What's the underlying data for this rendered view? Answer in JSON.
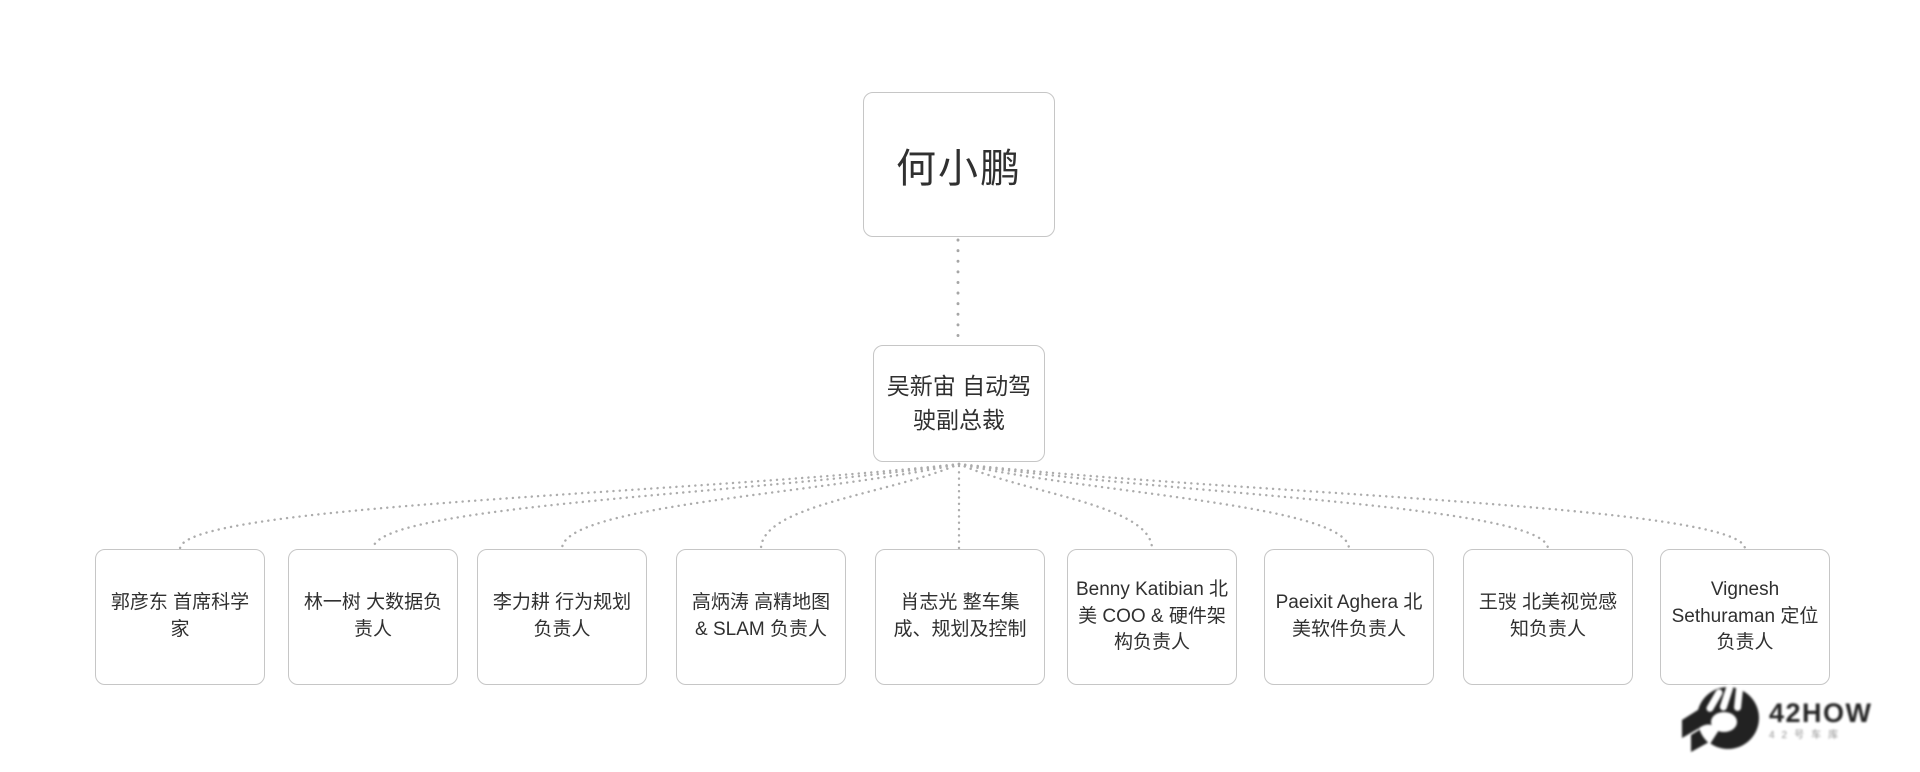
{
  "org": {
    "root": {
      "label": "何小鹏"
    },
    "vp": {
      "label": "吴新宙 自动驾驶副总裁"
    },
    "children": [
      {
        "label": "郭彦东 首席科学家"
      },
      {
        "label": "林一树 大数据负责人"
      },
      {
        "label": "李力耕 行为规划负责人"
      },
      {
        "label": "高炳涛 高精地图 & SLAM 负责人"
      },
      {
        "label": "肖志光 整车集成、规划及控制"
      },
      {
        "label": "Benny Katibian 北美 COO & 硬件架构负责人"
      },
      {
        "label": "Paeixit Aghera 北美软件负责人"
      },
      {
        "label": "王弢 北美视觉感知负责人"
      },
      {
        "label": "Vignesh Sethuraman 定位负责人"
      }
    ]
  },
  "watermark": {
    "brand": "42HOW",
    "brand_cn": "42号车库"
  },
  "colors": {
    "background": "#ffffff",
    "box_bg": "#ffffff",
    "box_border": "#c6c6c6",
    "text": "#303030",
    "connector": "#acacac",
    "watermark_text": "#141414",
    "watermark_subtext": "#8b8b8b"
  }
}
